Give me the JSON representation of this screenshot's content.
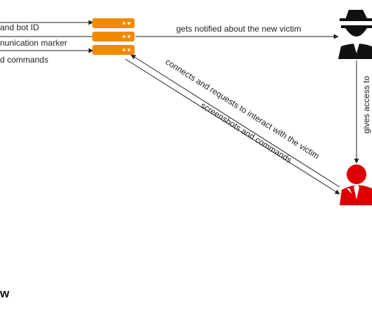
{
  "labels": {
    "in_top": "and bot ID",
    "in_mid": "nunication marker",
    "in_bot": "d commands",
    "notify": "gets notified about the new victim",
    "access": "gives access to",
    "connect": "connects and requests to interact with the victim",
    "screens": "screenshots and commands"
  },
  "section_heading": "w",
  "colors": {
    "server": "#f08a00",
    "server_light": "#ffe7b8",
    "attacker_dark": "#111111",
    "attacker_red": "#dd0000",
    "line": "#222222"
  },
  "icons": {
    "server": "server-stack-icon",
    "hacker": "hacker-spy-icon",
    "operator": "red-operator-icon"
  }
}
